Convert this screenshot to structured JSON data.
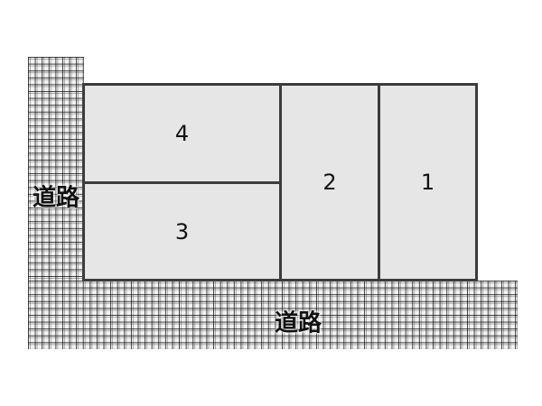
{
  "roads": {
    "left_label": "道路",
    "bottom_label": "道路"
  },
  "plots": [
    {
      "number": "1"
    },
    {
      "number": "2"
    },
    {
      "number": "3"
    },
    {
      "number": "4"
    }
  ]
}
